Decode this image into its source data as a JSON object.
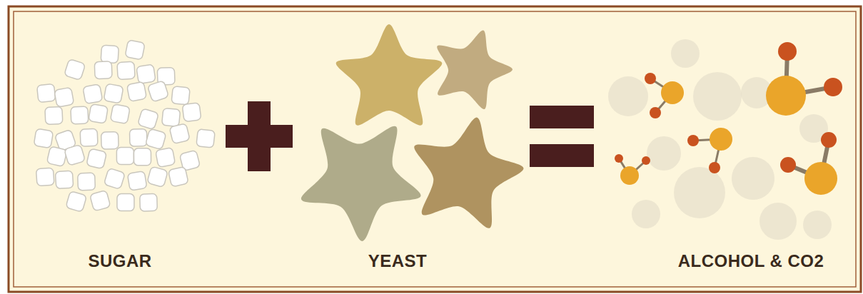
{
  "diagram": {
    "labels": [
      "SUGAR",
      "YEAST",
      "ALCOHOL & CO2"
    ]
  }
}
